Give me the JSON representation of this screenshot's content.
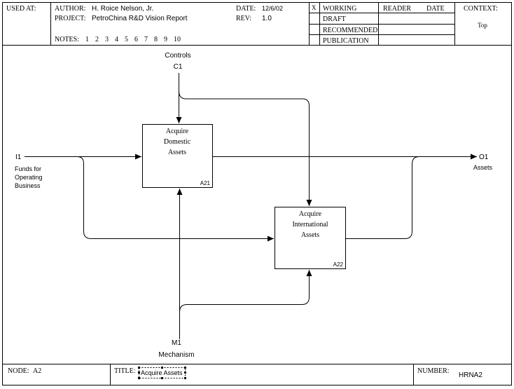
{
  "header": {
    "used_at_label": "USED AT:",
    "author_label": "AUTHOR:",
    "author_value": "H. Roice Nelson, Jr.",
    "project_label": "PROJECT:",
    "project_value": "PetroChina R&D Vision Report",
    "date_label": "DATE:",
    "date_value": "12/6/02",
    "rev_label": "REV:",
    "rev_value": "1.0",
    "notes_label": "NOTES:",
    "notes_numbers": [
      "1",
      "2",
      "3",
      "4",
      "5",
      "6",
      "7",
      "8",
      "9",
      "10"
    ],
    "status_mark": "X",
    "status_items": [
      "WORKING",
      "DRAFT",
      "RECOMMENDED",
      "PUBLICATION"
    ],
    "reader_label": "READER",
    "reader_date_label": "DATE",
    "context_label": "CONTEXT:",
    "context_value": "Top"
  },
  "diagram": {
    "boxes": [
      {
        "lines": [
          "Acquire",
          "Domestic",
          "Assets"
        ],
        "node": "A21"
      },
      {
        "lines": [
          "Acquire",
          "International",
          "Assets"
        ],
        "node": "A22"
      }
    ],
    "control": {
      "name": "Controls",
      "code": "C1"
    },
    "input": {
      "code": "I1",
      "lines": [
        "Funds for",
        "Operating",
        "Business"
      ]
    },
    "output": {
      "code": "O1",
      "name": "Assets"
    },
    "mechanism": {
      "code": "M1",
      "name": "Mechanism"
    }
  },
  "footer": {
    "node_label": "NODE:",
    "node_value": "A2",
    "title_label": "TITLE:",
    "title_value": "Acquire Assets",
    "number_label": "NUMBER:",
    "number_value": "HRNA2"
  }
}
